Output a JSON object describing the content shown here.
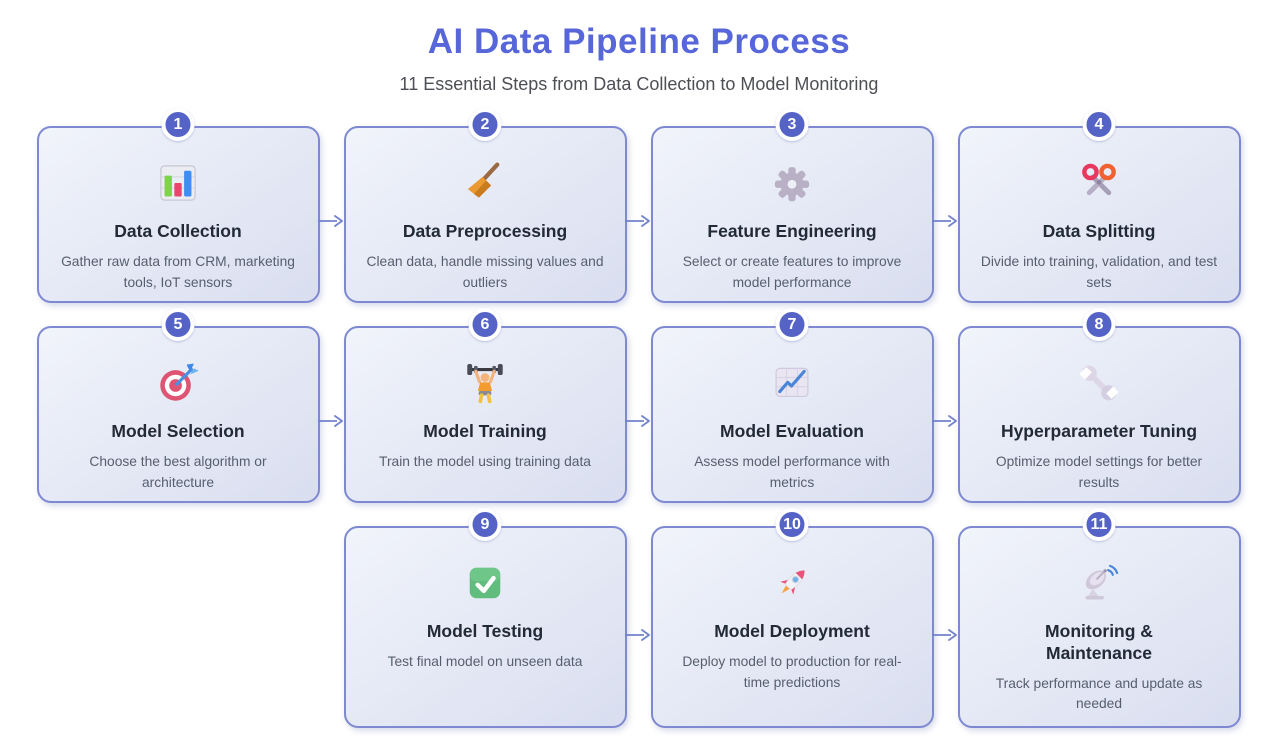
{
  "header": {
    "title": "AI Data Pipeline Process",
    "subtitle": "11 Essential Steps from Data Collection to Model Monitoring"
  },
  "colors": {
    "title_accent": "#5766d8",
    "badge_fill": "#5562c6",
    "card_border": "#7e89d1",
    "card_bg_top": "#f1f4fb",
    "card_bg_bottom": "#d9def0",
    "step_title_text": "#212a36",
    "description_text": "#565f6e",
    "arrow": "#7282cc"
  },
  "steps": [
    {
      "number": "1",
      "title": "Data Collection",
      "description": "Gather raw data from CRM, marketing tools, IoT sensors",
      "icon": "bar-chart-icon",
      "row": 1,
      "col": 1
    },
    {
      "number": "2",
      "title": "Data Preprocessing",
      "description": "Clean data, handle missing values and outliers",
      "icon": "broom-icon",
      "row": 1,
      "col": 2
    },
    {
      "number": "3",
      "title": "Feature Engineering",
      "description": "Select or create features to improve model performance",
      "icon": "gear-icon",
      "row": 1,
      "col": 3
    },
    {
      "number": "4",
      "title": "Data Splitting",
      "description": "Divide into training, validation, and test sets",
      "icon": "scissors-icon",
      "row": 1,
      "col": 4
    },
    {
      "number": "5",
      "title": "Model Selection",
      "description": "Choose the best algorithm or architecture",
      "icon": "target-icon",
      "row": 2,
      "col": 1
    },
    {
      "number": "6",
      "title": "Model Training",
      "description": "Train the model using training data",
      "icon": "weightlifter-icon",
      "row": 2,
      "col": 2
    },
    {
      "number": "7",
      "title": "Model Evaluation",
      "description": "Assess model performance with metrics",
      "icon": "chart-increasing-icon",
      "row": 2,
      "col": 3
    },
    {
      "number": "8",
      "title": "Hyperparameter Tuning",
      "description": "Optimize model settings for better results",
      "icon": "wrench-icon",
      "row": 2,
      "col": 4
    },
    {
      "number": "9",
      "title": "Model Testing",
      "description": "Test final model on unseen data",
      "icon": "check-mark-icon",
      "row": 3,
      "col": 2
    },
    {
      "number": "10",
      "title": "Model Deployment",
      "description": "Deploy model to production for real-time predictions",
      "icon": "rocket-icon",
      "row": 3,
      "col": 3
    },
    {
      "number": "11",
      "title": "Monitoring & Maintenance",
      "description": "Track performance and update as needed",
      "icon": "satellite-icon",
      "row": 3,
      "col": 4
    }
  ]
}
